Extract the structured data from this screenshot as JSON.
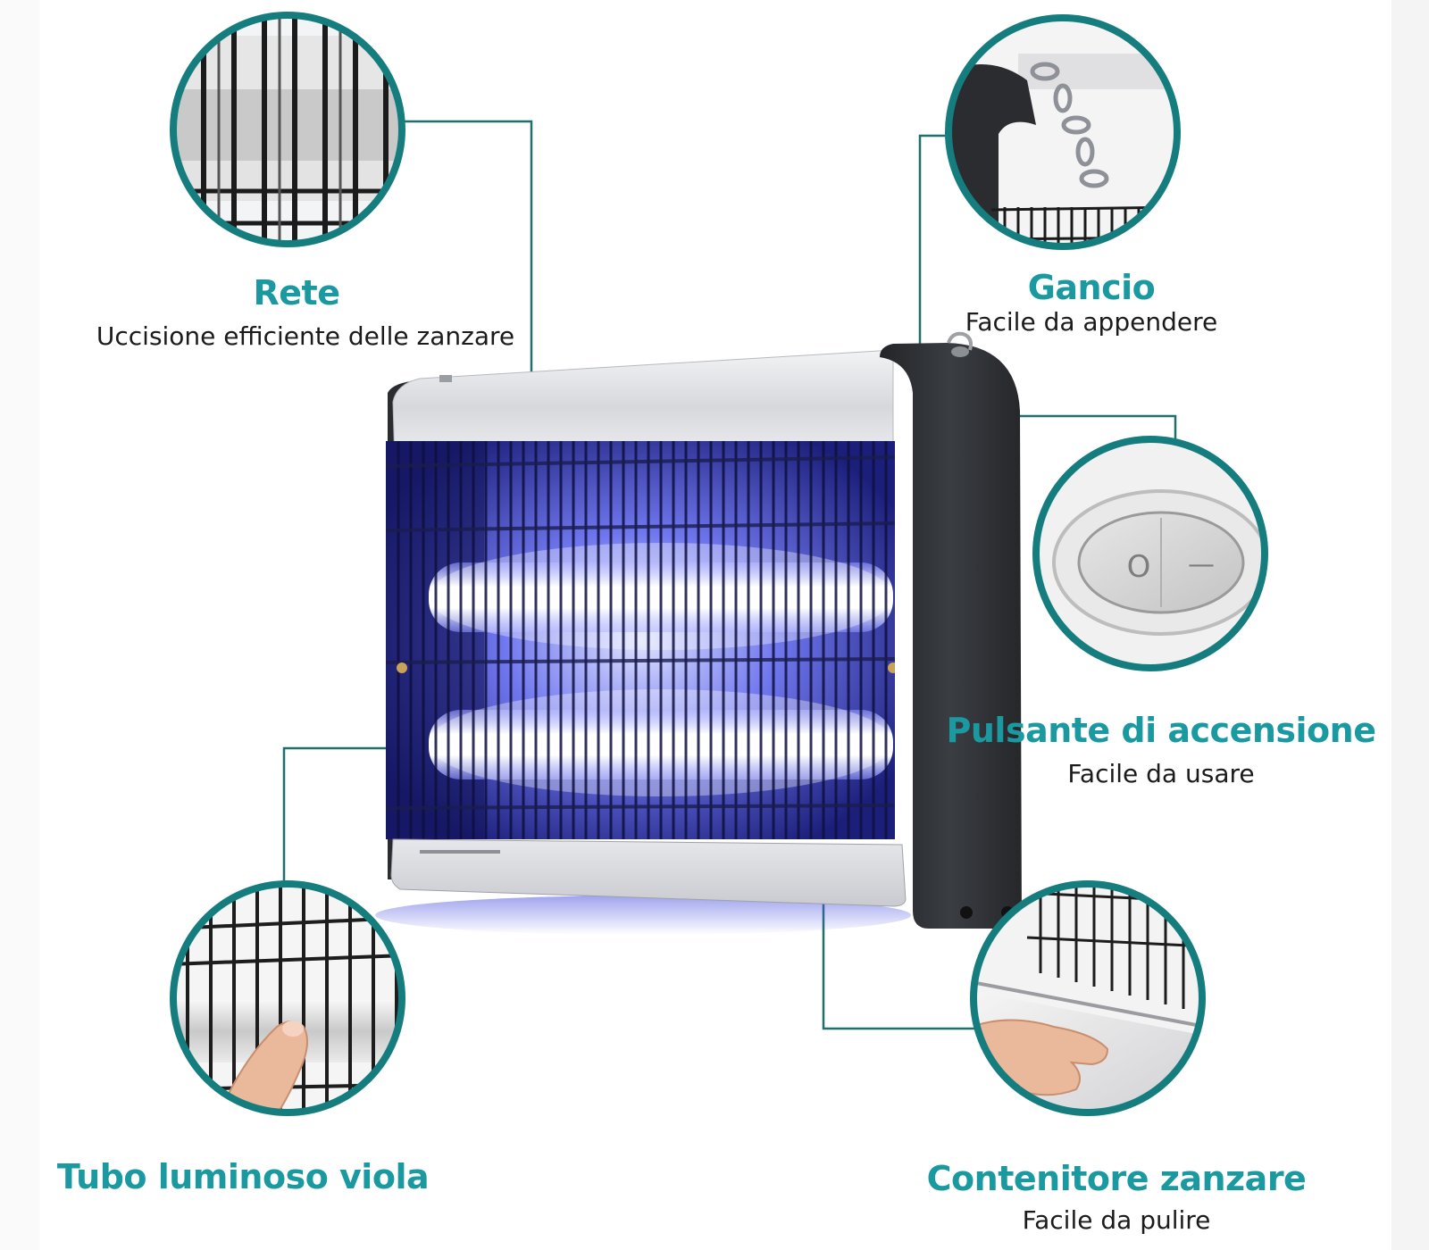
{
  "colors": {
    "accent": "#1a9aa0",
    "callout_line": "#1f6f6e",
    "device_frame": "#2e3034",
    "uv_glow": "#3a3fd6",
    "text": "#1b1b1b"
  },
  "features": [
    {
      "id": "rete",
      "title": "Rete",
      "description": "Uccisione efficiente delle zanzare",
      "icon": "metal-grid-closeup"
    },
    {
      "id": "gancio",
      "title": "Gancio",
      "description": "Facile da appendere",
      "icon": "hanging-chain-hook"
    },
    {
      "id": "pulsante",
      "title": "Pulsante di accensione",
      "description": "Facile da usare",
      "icon": "power-rocker-switch"
    },
    {
      "id": "tubo",
      "title": "Tubo luminoso viola",
      "description": "",
      "icon": "uv-tube-behind-grid"
    },
    {
      "id": "contenitore",
      "title": "Contenitore zanzare",
      "description": "Facile da pulire",
      "icon": "removable-collection-tray"
    }
  ],
  "switch_symbols": {
    "off": "O",
    "on": "—"
  }
}
